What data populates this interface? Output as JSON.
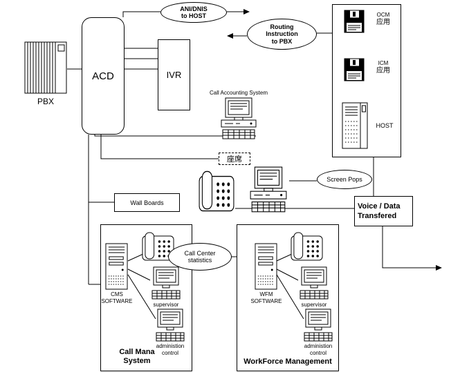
{
  "colors": {
    "ink": "#000000",
    "background": "#ffffff"
  },
  "icons": {
    "pbx": "pbx-cabinet-icon",
    "floppy": "floppy-disk-icon",
    "host": "host-tower-icon",
    "tower": "server-tower-icon",
    "desktop": "desktop-computer-icon",
    "terminal": "terminal-computer-icon",
    "phone": "desk-phone-icon",
    "arrows": "arrowhead-icon"
  },
  "pbx": {
    "label": "PBX"
  },
  "acd": {
    "label": "ACD"
  },
  "ivr": {
    "label": "IVR"
  },
  "ani": {
    "line1": "ANI/DNIS",
    "line2": "to HOST"
  },
  "routing": {
    "line1": "Routing",
    "line2": "Instruction",
    "line3": "to PBX"
  },
  "host_panel": {
    "ocm_line1": "OCM",
    "ocm_line2": "应用",
    "icm_line1": "ICM",
    "icm_line2": "应用",
    "host_label": "HOST"
  },
  "accounting": {
    "label": "Call Accounting System"
  },
  "agent": {
    "label": "座席"
  },
  "screen_pops": {
    "label": "Screen Pops"
  },
  "voice": {
    "line1": "Voice / Data",
    "line2": "Transfered"
  },
  "wall_boards": {
    "label": "Wall Boards"
  },
  "stats": {
    "line1": "Call Center",
    "line2": "statistics"
  },
  "cms": {
    "software_line1": "CMS",
    "software_line2": "SOFTWARE",
    "supervisor": "supervisor",
    "admin_line1": "administion",
    "admin_line2": "control",
    "title_line1": "Call Mana",
    "title_line2": "System"
  },
  "wfm": {
    "software_line1": "WFM",
    "software_line2": "SOFTWARE",
    "supervisor": "supervisor",
    "admin_line1": "administion",
    "admin_line2": "control",
    "title": "WorkForce Management"
  }
}
